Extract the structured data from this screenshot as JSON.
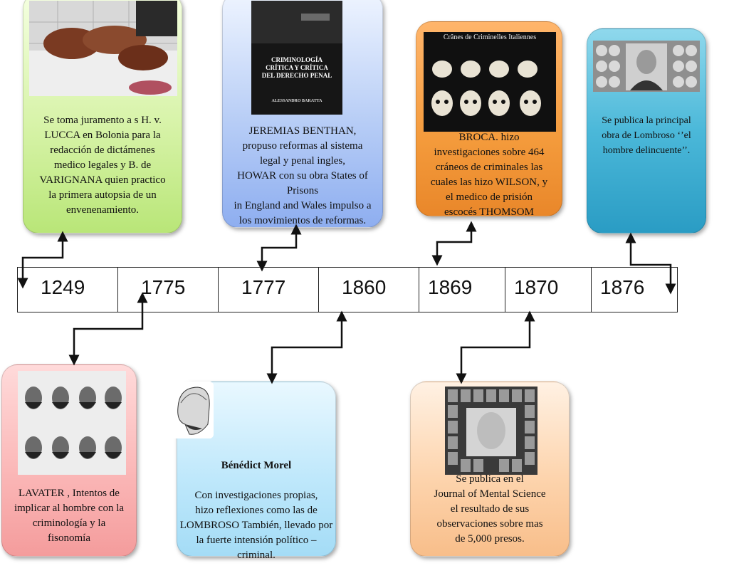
{
  "timeline": {
    "years": [
      "1249",
      "1775",
      "1777",
      "1860",
      "1869",
      "1870",
      "1876"
    ]
  },
  "cards": {
    "lucca": {
      "text": "Se toma juramento a s H. v.\nLUCCA en Bolonia para la\nredacción de dictámenes\nmedico legales y B. de\nVARIGNANA  quien practico\nla primera autopsia de un\nenvenenamiento."
    },
    "benthan": {
      "text": "JEREMIAS BENTHAN,\npropuso reformas al sistema\nlegal y penal ingles,\nHOWAR con su obra States of\nPrisons\nin England and Wales impulso a\nlos movimientos de reformas.",
      "book_title": "CRIMINOLOGÍA\nCRÍTICA Y CRÍTICA\nDEL DERECHO PENAL",
      "book_author": "ALESSANDRO BARATTA"
    },
    "broca": {
      "text": "BROCA. hizo\ninvestigaciones sobre 464\ncráneos de criminales las\ncuales las hizo WILSON, y\nel medico de prisión\nescocés THOMSOM",
      "plate_title": "Crânes de Criminelles Italiennes"
    },
    "lombroso": {
      "text": "Se publica la principal\nobra de Lombroso ‘’el\nhombre delincuente’’."
    },
    "lavater": {
      "text": "LAVATER , Intentos de\nimplicar al hombre con la\ncriminología y la\nfisonomía"
    },
    "morel": {
      "title": "Bénédict Morel",
      "text": "Con investigaciones propias,\nhizo reflexiones como las de\nLOMBROSO También, llevado por\nla fuerte intensión político –\ncriminal."
    },
    "journal": {
      "text": "Se publica en el\nJournal of Mental Science\nel resultado de sus\nobservaciones sobre mas\nde 5,000 presos."
    }
  },
  "colors": {
    "green": "#c8ec8e",
    "blue": "#a3bff3",
    "orange": "#f49b3c",
    "teal": "#3aabd0",
    "pink": "#fbb8b8",
    "lightblue": "#bfe8fb",
    "peach": "#fdd4ad"
  }
}
